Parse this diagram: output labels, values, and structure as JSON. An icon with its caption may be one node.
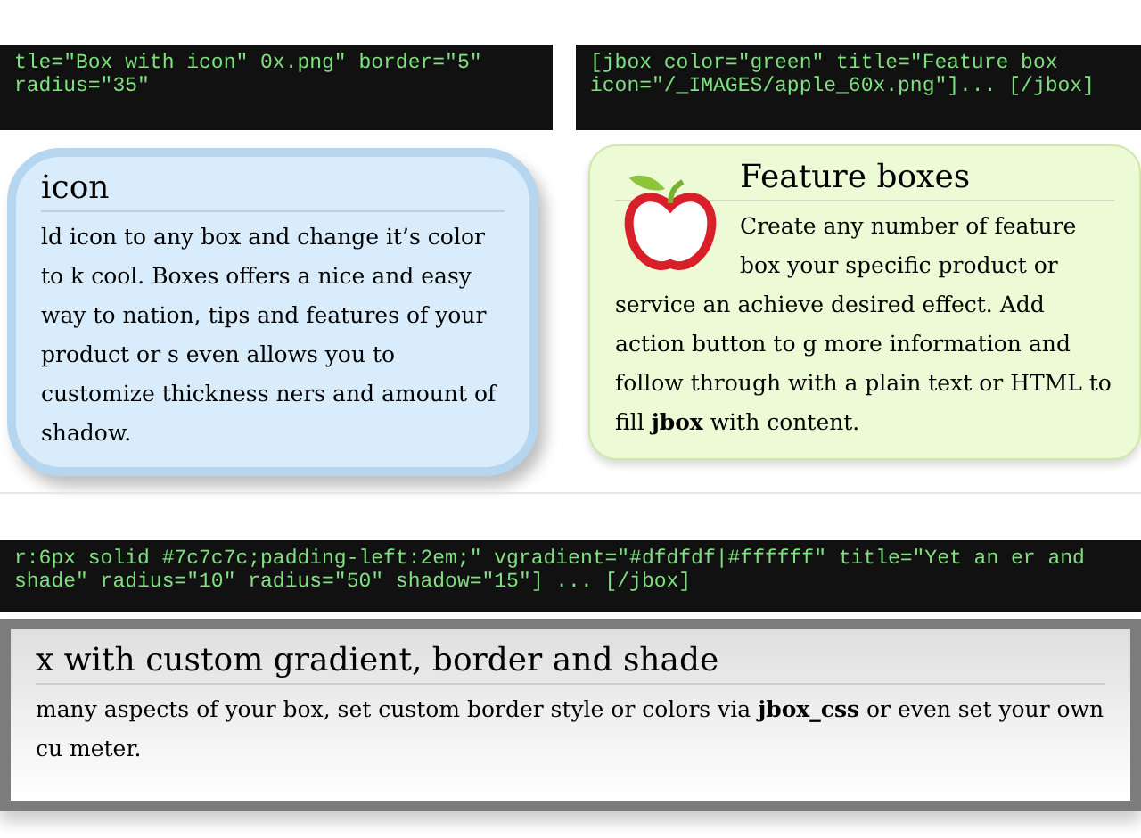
{
  "diagram": {
    "nodes": [
      {
        "text": [
          "tle=\"Box with icon\" 0x.png\" border=\"5\" radius=\"35\""
        ]
      },
      {
        "text": [
          "[jbox color=\"green\" title=\"Feature box icon=\"/_IMAGES/apple_60x.png\"]... [/jbox]"
        ]
      },
      {
        "text": [
          "icon",
          "ld icon to any box and change it’s color to k cool. Boxes offers a nice and easy way to nation, tips and features of your product or s even allows you to customize thickness ners and amount of shadow."
        ]
      },
      {
        "text": [
          "Feature boxes",
          "Create any number of feature box your specific product or service an achieve desired effect. Add action button to g more information and follow through with a plain text or HTML to fill **jbox** with content."
        ]
      },
      {
        "text": [
          "r:6px solid #7c7c7c;padding-left:2em;\" vgradient=\"#dfdfdf|#ffffff\" title=\"Yet an er and shade\" radius=\"10\" radius=\"50\" shadow=\"15\"] ... [/jbox]"
        ]
      },
      {
        "text": [
          "x with custom gradient, border and shade",
          "many aspects of your box, set custom border style or colors via **jbox_css** or even set your own cu meter."
        ]
      }
    ]
  }
}
